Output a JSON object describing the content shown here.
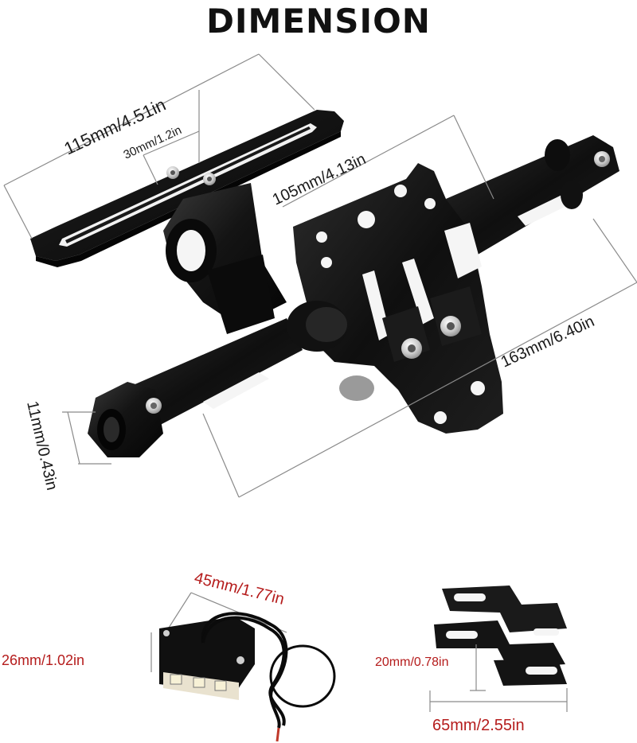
{
  "title": "DIMENSION",
  "dimensions": {
    "bracket_width": "115mm/4.51in",
    "slot_spacing": "30mm/1.2in",
    "plate_width": "105mm/4.13in",
    "arm_length": "163mm/6.40in",
    "bolt_diameter": "11mm/0.43in",
    "light_length": "45mm/1.77in",
    "light_height": "26mm/1.02in",
    "mount_height": "20mm/0.78in",
    "mount_width": "65mm/2.55in"
  },
  "colors": {
    "label_dark": "#1a1a1a",
    "label_red": "#b51c1c",
    "metal": "#121212"
  }
}
